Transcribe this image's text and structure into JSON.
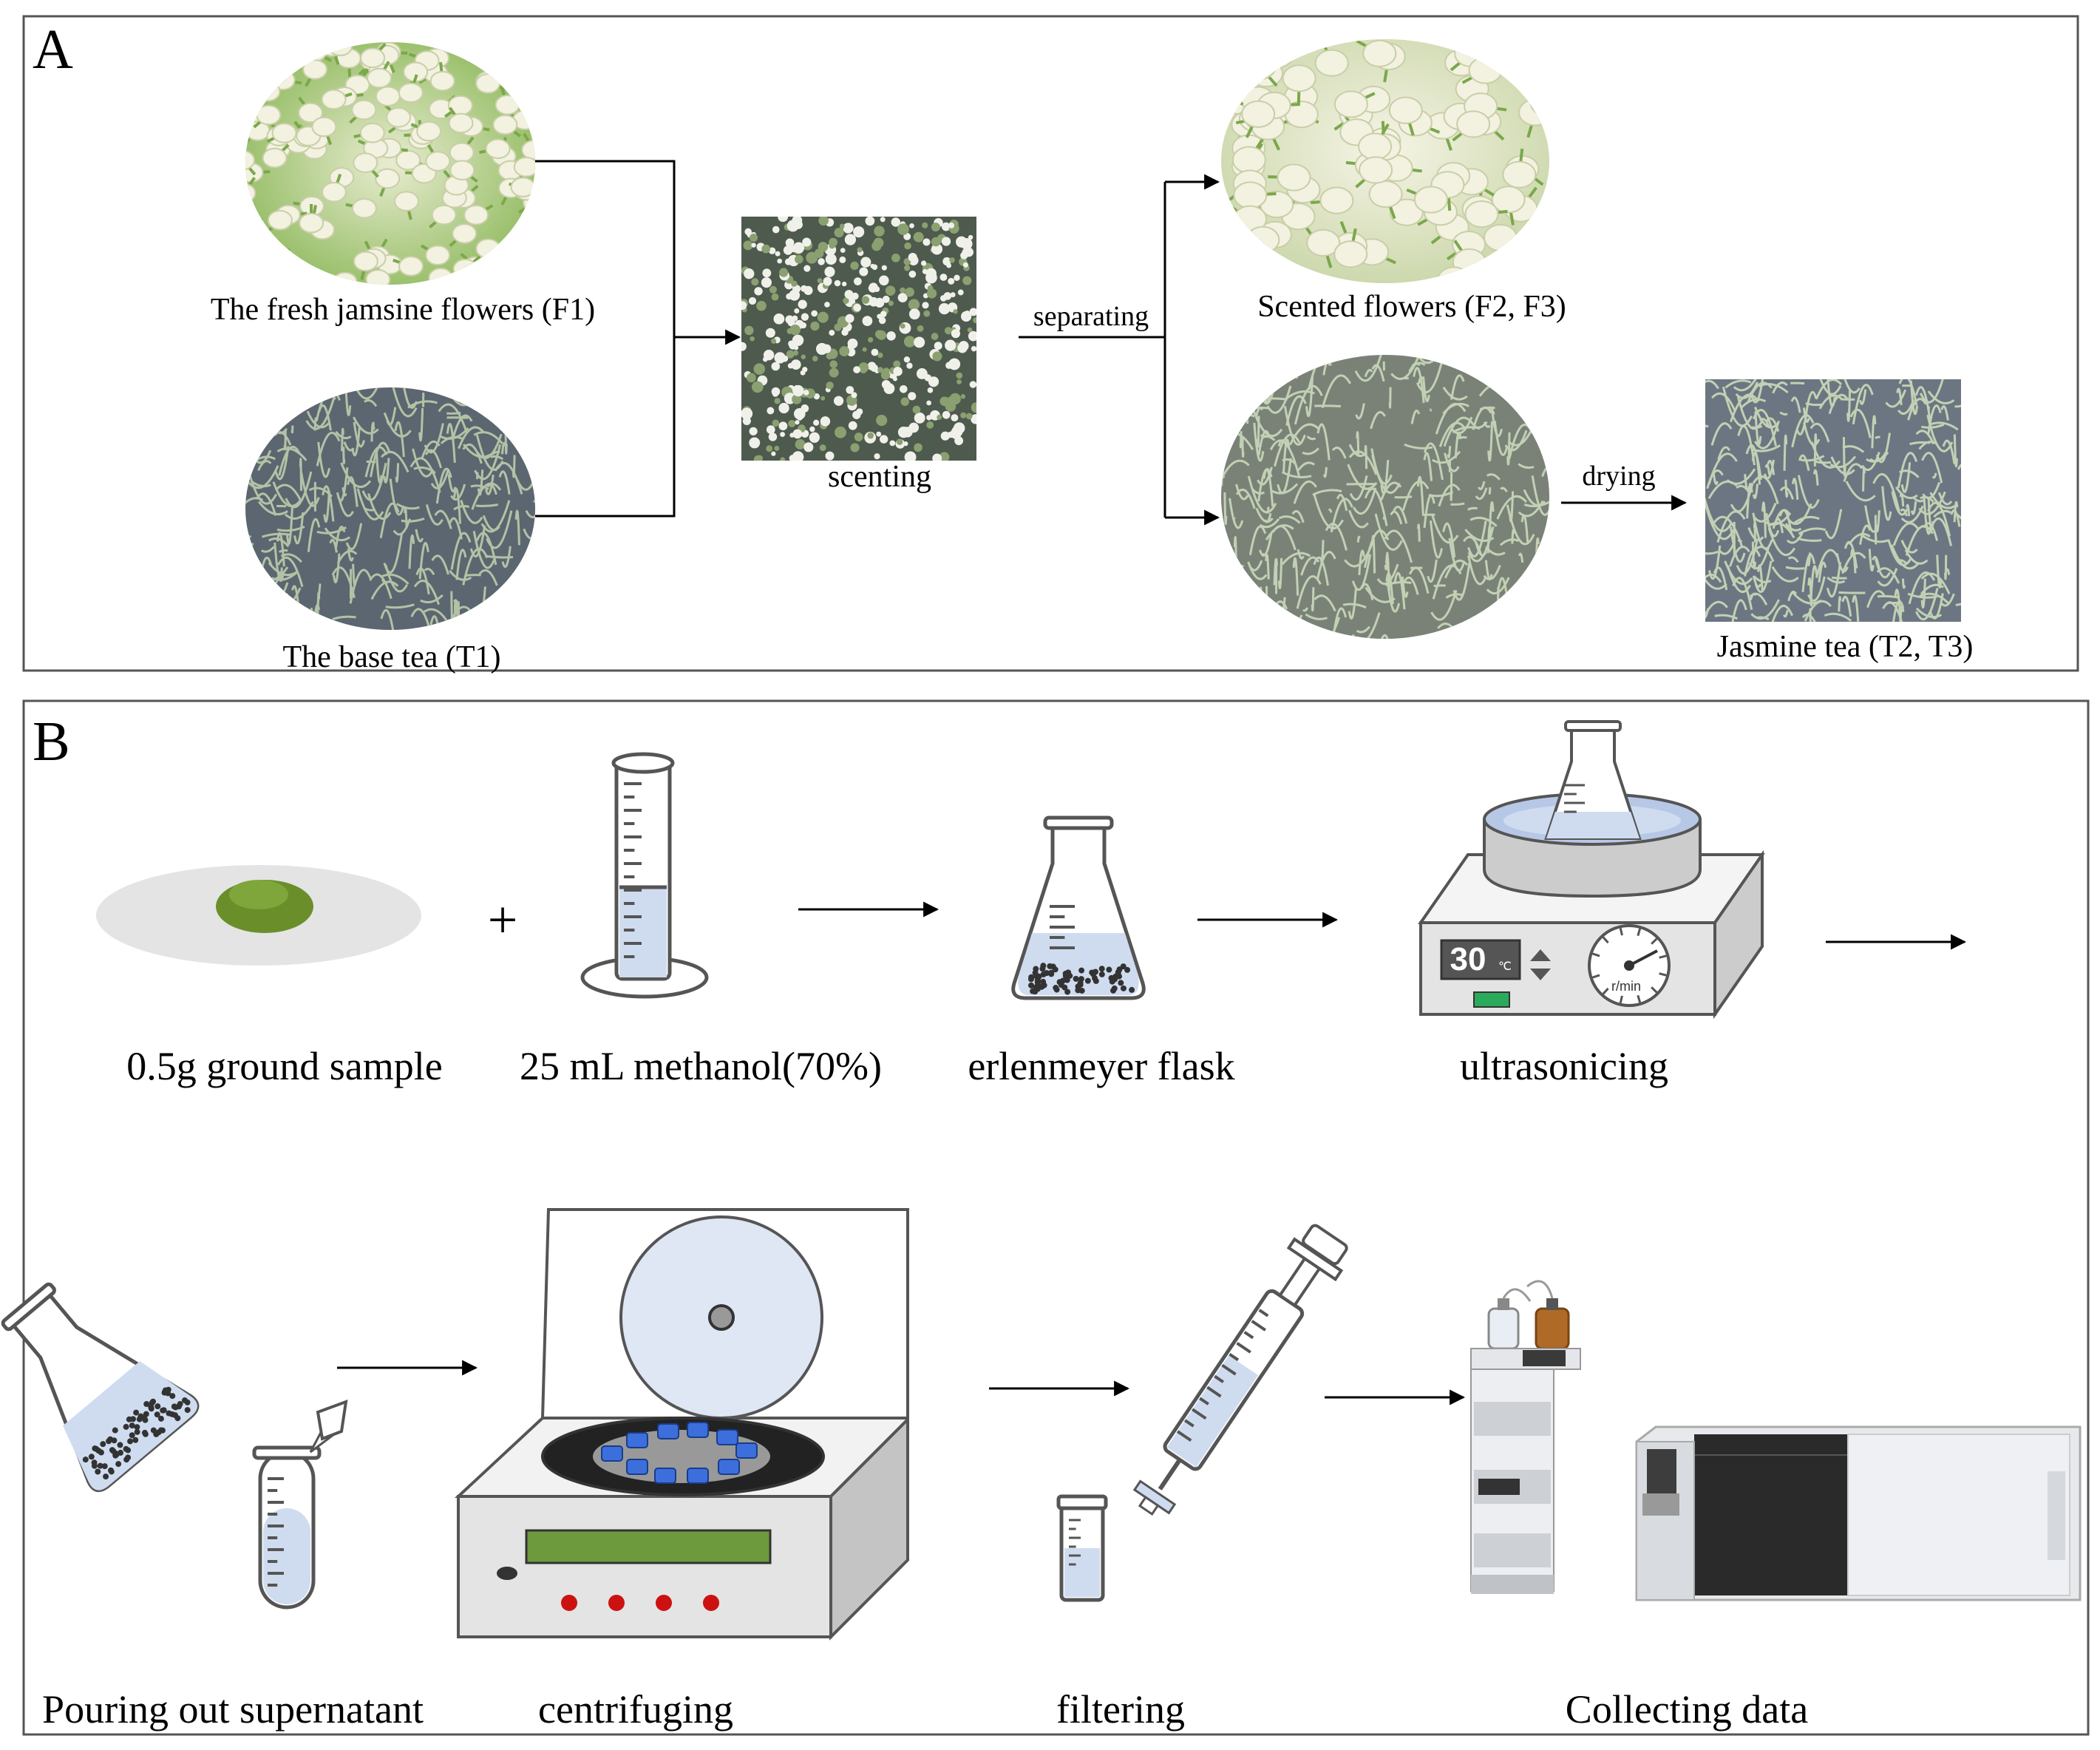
{
  "panel_a": {
    "letter": "A",
    "fresh_flowers_label": "The fresh jamsine flowers (F1)",
    "base_tea_label": "The base tea (T1)",
    "scenting_label": "scenting",
    "separating_label": "separating",
    "scented_flowers_label": "Scented flowers (F2, F3)",
    "drying_label": "drying",
    "jasmine_tea_label": "Jasmine tea (T2, T3)"
  },
  "panel_b": {
    "letter": "B",
    "sample_label": "0.5g ground sample",
    "plus": "+",
    "methanol_label": "25 mL methanol(70%)",
    "flask_label": "erlenmeyer flask",
    "ultrasonic_label": "ultrasonicing",
    "ultrasonic_temp": "30",
    "ultrasonic_unit": "℃",
    "ultrasonic_speed": "r/min",
    "pour_label": "Pouring out supernatant",
    "centrifuge_label": "centrifuging",
    "filter_label": "filtering",
    "collect_label": "Collecting data"
  },
  "colors": {
    "frame": "#555555",
    "flower_green": "#9ac268",
    "flower_white": "#f3f1e0",
    "tea_bg": "#5c6670",
    "tea_leaf": "#a8b89a",
    "liquid": "#cfdcf0",
    "plate_blue": "#dfe7f5",
    "tube_blue": "#3c6fdc",
    "display_green": "#6c9a3c",
    "button_red": "#cc1111",
    "powder": "#6a8f2a"
  }
}
